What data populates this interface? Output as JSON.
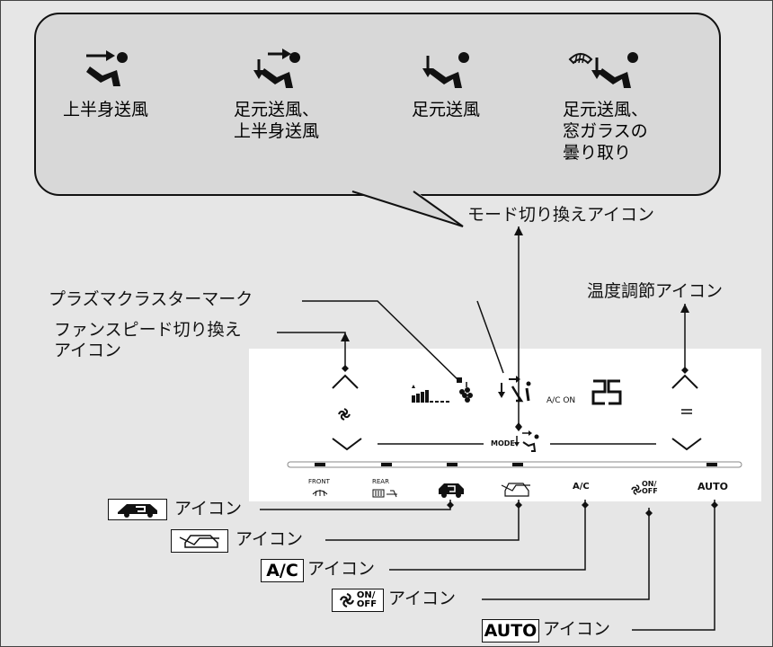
{
  "modes": [
    {
      "icon": "upper-body-airflow-icon",
      "label": "上半身送風"
    },
    {
      "icon": "feet-and-upper-body-airflow-icon",
      "label": "足元送風、\n上半身送風"
    },
    {
      "icon": "feet-airflow-icon",
      "label": "足元送風"
    },
    {
      "icon": "feet-and-defrost-airflow-icon",
      "label": "足元送風、\n窓ガラスの\n曇り取り"
    }
  ],
  "callouts": {
    "mode_switch": "モード切り換えアイコン",
    "plasma_cluster": "プラズマクラスターマーク",
    "temperature": "温度調節アイコン",
    "fan_speed": "ファンスピード切り換え\nアイコン"
  },
  "display": {
    "ac_on": "A/C ON",
    "temperature": "25"
  },
  "panel": {
    "mode_label": "MODE",
    "front_label": "FRONT",
    "rear_label": "REAR",
    "ac_label": "A/C",
    "onoff_label": "ON/\nOFF",
    "auto_label": "AUTO"
  },
  "legend": [
    {
      "icon": "recirculation-icon",
      "text": "アイコン"
    },
    {
      "icon": "fresh-air-icon",
      "text": "アイコン"
    },
    {
      "icon": "ac-icon",
      "box_text": "A/C",
      "text": "アイコン"
    },
    {
      "icon": "fan-onoff-icon",
      "box_text": "ON/\nOFF",
      "text": "アイコン"
    },
    {
      "icon": "auto-icon",
      "box_text": "AUTO",
      "text": "アイコン"
    }
  ]
}
